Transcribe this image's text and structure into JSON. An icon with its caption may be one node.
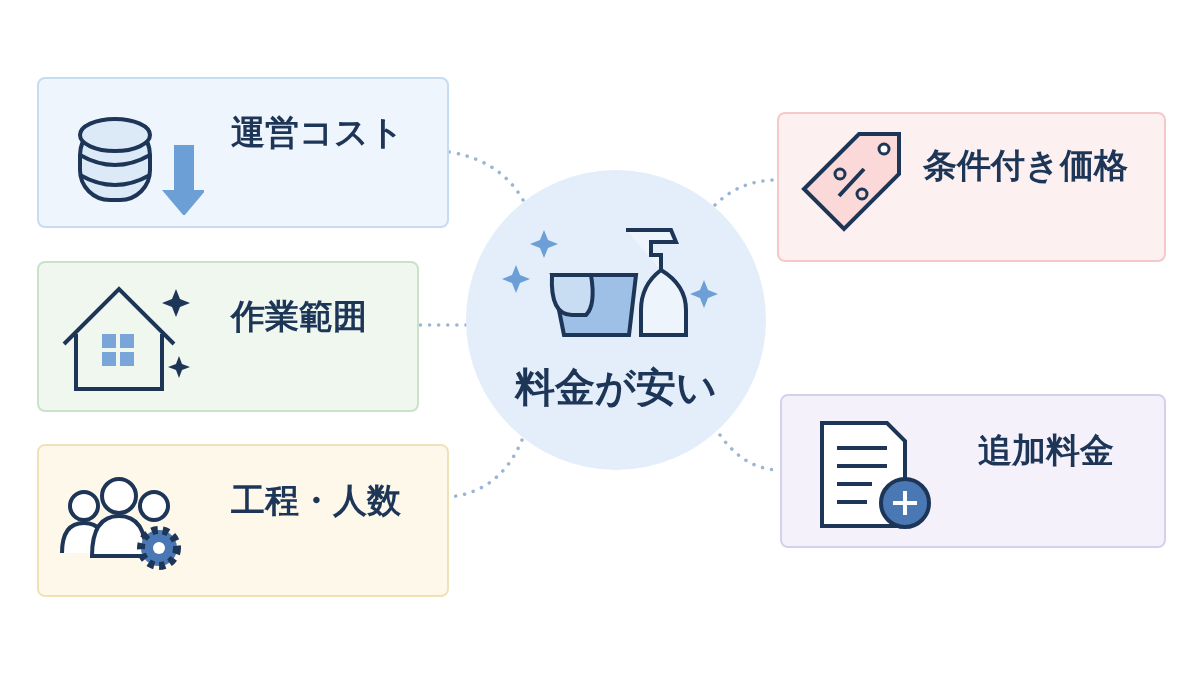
{
  "diagram": {
    "nodes": [
      {
        "text": [
          "料金が安い"
        ]
      },
      {
        "text": [
          "運営コスト"
        ]
      },
      {
        "text": [
          "作業範囲"
        ]
      },
      {
        "text": [
          "工程・人数"
        ]
      },
      {
        "text": [
          "条件付き価格"
        ]
      },
      {
        "text": [
          "追加料金"
        ]
      }
    ],
    "edges": [
      {
        "from": 0,
        "to": 1,
        "arrow": "none"
      },
      {
        "from": 0,
        "to": 2,
        "arrow": "none"
      },
      {
        "from": 0,
        "to": 3,
        "arrow": "none"
      },
      {
        "from": 0,
        "to": 4,
        "arrow": "none"
      },
      {
        "from": 0,
        "to": 5,
        "arrow": "none"
      }
    ]
  }
}
